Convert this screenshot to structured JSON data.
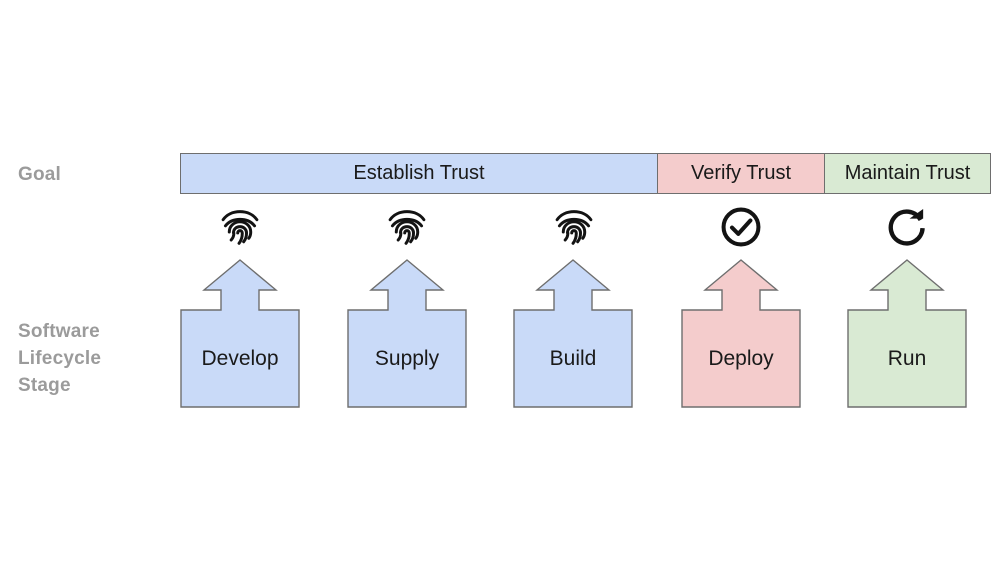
{
  "diagram": {
    "title_rows": {
      "goal_label": "Goal",
      "stage_label": "Software\nLifecycle\nStage"
    },
    "goal_bar": {
      "segments": [
        {
          "label": "Establish Trust",
          "color": "#c9daf8",
          "span_stages": 3
        },
        {
          "label": "Verify Trust",
          "color": "#f4cccc",
          "span_stages": 1
        },
        {
          "label": "Maintain Trust",
          "color": "#d9ead3",
          "span_stages": 1
        }
      ]
    },
    "icons": [
      {
        "name": "fingerprint-icon",
        "for_stage": "Develop"
      },
      {
        "name": "fingerprint-icon",
        "for_stage": "Supply"
      },
      {
        "name": "fingerprint-icon",
        "for_stage": "Build"
      },
      {
        "name": "check-circle-icon",
        "for_stage": "Deploy"
      },
      {
        "name": "refresh-icon",
        "for_stage": "Run"
      }
    ],
    "stages": [
      {
        "label": "Develop",
        "color": "#c9daf8",
        "goal": "Establish Trust"
      },
      {
        "label": "Supply",
        "color": "#c9daf8",
        "goal": "Establish Trust"
      },
      {
        "label": "Build",
        "color": "#c9daf8",
        "goal": "Establish Trust"
      },
      {
        "label": "Deploy",
        "color": "#f4cccc",
        "goal": "Verify Trust"
      },
      {
        "label": "Run",
        "color": "#d9ead3",
        "goal": "Maintain Trust"
      }
    ],
    "colors": {
      "blue_fill": "#c9daf8",
      "pink_fill": "#f4cccc",
      "green_fill": "#d9ead3",
      "stroke": "#6e6e6e",
      "label_gray": "#9b9b9b",
      "text_black": "#1a1a1a",
      "icon_black": "#131313",
      "background": "#ffffff"
    }
  }
}
